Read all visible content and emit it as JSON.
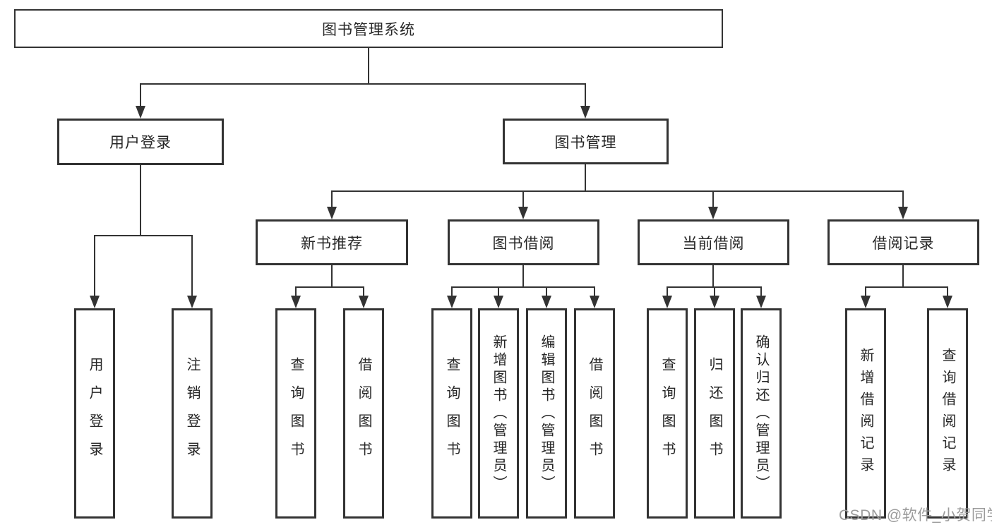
{
  "diagram": {
    "root": {
      "label": "图书管理系统"
    },
    "level2": [
      {
        "label": "用户登录"
      },
      {
        "label": "图书管理"
      }
    ],
    "level3": [
      {
        "label": "新书推荐"
      },
      {
        "label": "图书借阅"
      },
      {
        "label": "当前借阅"
      },
      {
        "label": "借阅记录"
      }
    ],
    "leaves": [
      {
        "label": "用户登录"
      },
      {
        "label": "注销登录"
      },
      {
        "label": "查询图书"
      },
      {
        "label": "借阅图书"
      },
      {
        "label": "查询图书"
      },
      {
        "label": "新增图书（管理员）"
      },
      {
        "label": "编辑图书（管理员）"
      },
      {
        "label": "借阅图书"
      },
      {
        "label": "查询图书"
      },
      {
        "label": "归还图书"
      },
      {
        "label": "确认归还（管理员）"
      },
      {
        "label": "新增借阅记录"
      },
      {
        "label": "查询借阅记录"
      }
    ],
    "watermark": "CSDN @软件_小贺同学"
  },
  "colors": {
    "line": "#333333",
    "box_background": "#ffffff",
    "text": "#262626",
    "watermark": "#9b9b9b"
  }
}
